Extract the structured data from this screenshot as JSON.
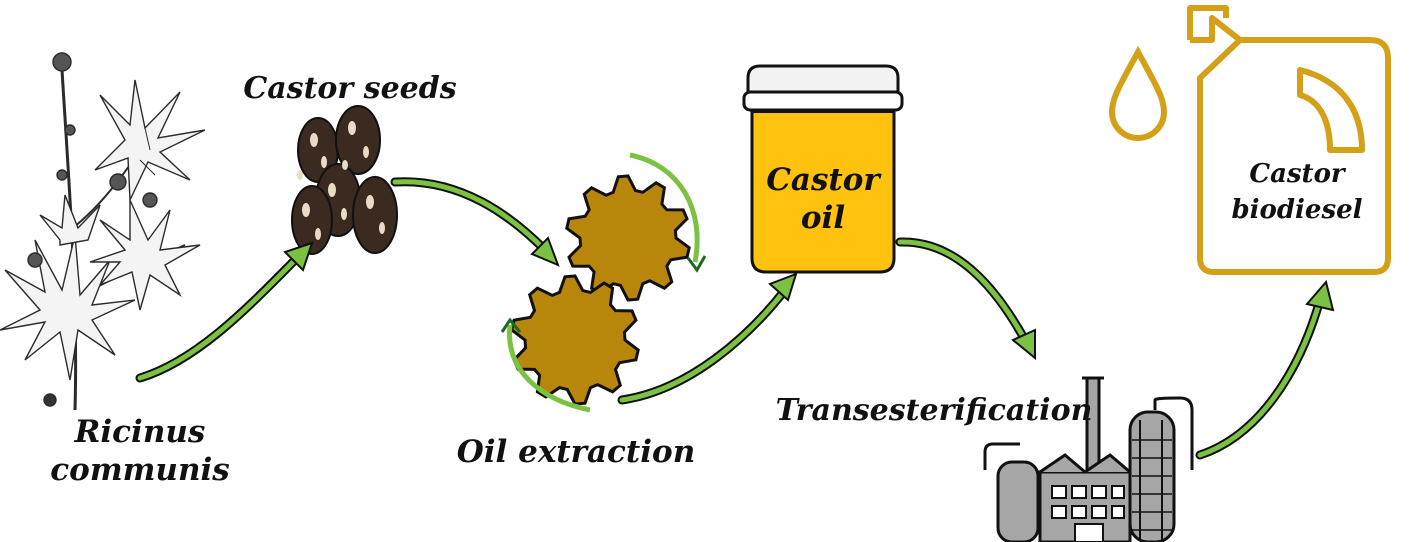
{
  "colors": {
    "arrow_green": "#7cc242",
    "arrow_dark": "#111111",
    "gear": "#b8860b",
    "oil": "#ffc20e",
    "biodiesel": "#d4a017",
    "factory": "#a6a6a6"
  },
  "icons": [
    "plant-icon",
    "seeds-icon",
    "gears-icon",
    "oil-jar-icon",
    "factory-icon",
    "jerrycan-icon",
    "drop-icon"
  ],
  "labels": {
    "plant": [
      "Ricinus",
      "communis"
    ],
    "seeds": "Castor seeds",
    "extraction": "Oil extraction",
    "oil": [
      "Castor",
      "oil"
    ],
    "transesterification": "Transesterification",
    "biodiesel": [
      "Castor",
      "biodiesel"
    ]
  }
}
